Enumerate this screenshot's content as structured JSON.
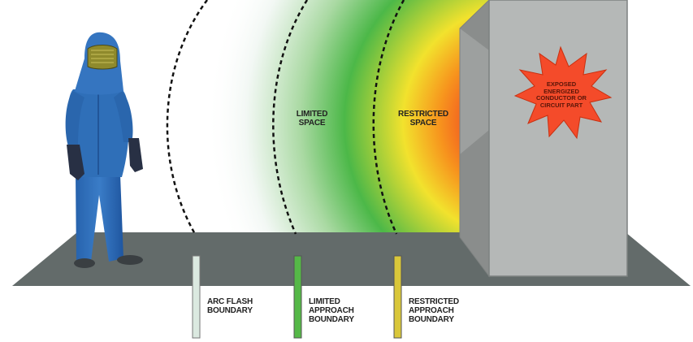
{
  "zones": {
    "limited": {
      "lines": [
        "LIMITED",
        "SPACE"
      ]
    },
    "restricted": {
      "lines": [
        "RESTRICTED",
        "SPACE"
      ]
    }
  },
  "hazard": {
    "lines": [
      "EXPOSED",
      "ENERGIZED",
      "CONDUCTOR OR",
      "CIRCUIT PART"
    ]
  },
  "legend": [
    {
      "lines": [
        "ARC FLASH",
        "BOUNDARY"
      ],
      "color": "#dbe9e0"
    },
    {
      "lines": [
        "LIMITED",
        "APPROACH",
        "BOUNDARY"
      ],
      "color": "#55b847"
    },
    {
      "lines": [
        "RESTRICTED",
        "APPROACH",
        "BOUNDARY"
      ],
      "color": "#d9c73a"
    }
  ],
  "colors": {
    "floor": "#636b6a",
    "cabinet": "#b5b8b7",
    "suit": "#2f6fb8",
    "star": "#f44b2a",
    "heat_red": "#f14a22",
    "heat_orange": "#f7941d",
    "heat_yellow": "#f2e22d",
    "heat_green": "#4cb848",
    "heat_pale": "#eef6f1"
  }
}
